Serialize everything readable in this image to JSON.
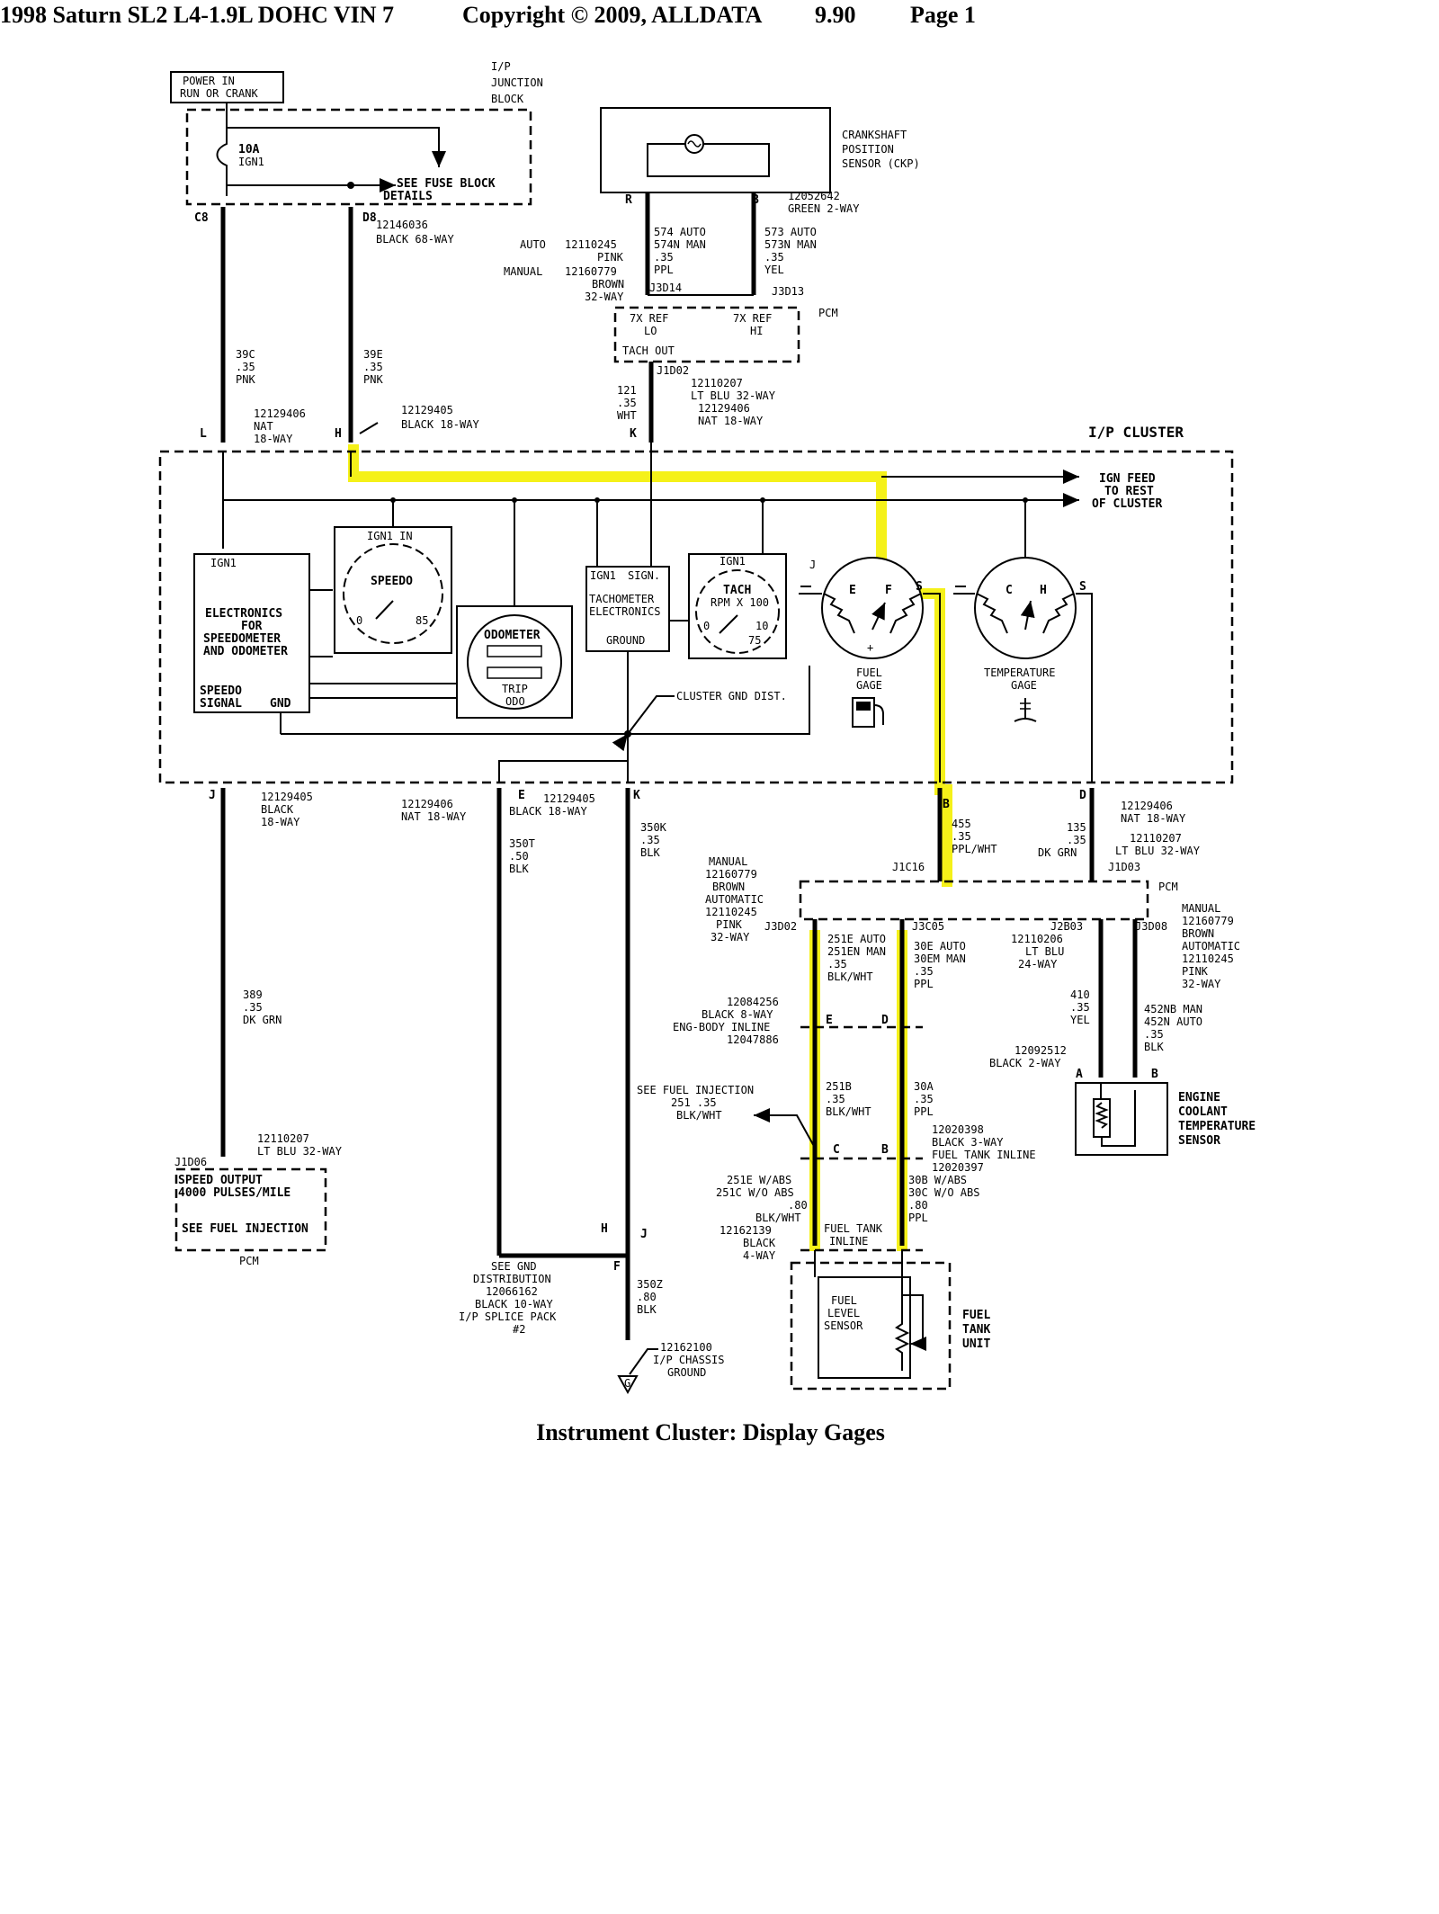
{
  "header": {
    "vehicle": "1998 Saturn SL2 L4-1.9L DOHC VIN 7",
    "copyright": "Copyright © 2009, ALLDATA",
    "version": "9.90",
    "page": "Page 1"
  },
  "caption": "Instrument Cluster: Display Gages",
  "labels": {
    "power_in": "POWER IN",
    "run_or_crank": "RUN OR CRANK",
    "ip_junction_1": "I/P",
    "ip_junction_2": "JUNCTION",
    "ip_junction_3": "BLOCK",
    "fuse_10a": "10A",
    "fuse_ign1": "IGN1",
    "see_fuse_block": "SEE FUSE BLOCK",
    "details": "DETAILS",
    "c8": "C8",
    "d8": "D8",
    "conn_12146036": "12146036",
    "black_68way": "BLACK 68-WAY",
    "w39c_1": "39C",
    "w39c_2": ".35",
    "w39c_3": "PNK",
    "w39e_1": "39E",
    "w39e_2": ".35",
    "w39e_3": "PNK",
    "ckp_1": "CRANKSHAFT",
    "ckp_2": "POSITION",
    "ckp_3": "SENSOR (CKP)",
    "ckp_r": "R",
    "ckp_b": "B",
    "ckp_conn_1": "12052642",
    "ckp_conn_2": "GREEN 2-WAY",
    "auto_lbl": "AUTO",
    "auto_num": "12110245",
    "pink": "PINK",
    "manual_lbl": "MANUAL",
    "manual_num": "12160779",
    "brown": "BROWN",
    "way32": "32-WAY",
    "w574_1": "574 AUTO",
    "w574_2": "574N MAN",
    "w574_3": ".35",
    "w574_4": "PPL",
    "w573_1": "573 AUTO",
    "w573_2": "573N MAN",
    "w573_3": ".35",
    "w573_4": "YEL",
    "j3d14": "J3D14",
    "j3d13": "J3D13",
    "ref_lo_1": "7X REF",
    "ref_lo_2": "LO",
    "ref_hi_1": "7X REF",
    "ref_hi_2": "HI",
    "tach_out": "TACH OUT",
    "pcm": "PCM",
    "j1d02": "J1D02",
    "j1d02_c1": "12110207",
    "j1d02_c2": "LT BLU 32-WAY",
    "w121_1": "121",
    "w121_2": ".35",
    "w121_3": "WHT",
    "k_top_c1": "12129406",
    "k_top_c2": "NAT 18-WAY",
    "k_top": "K",
    "l_top": "L",
    "l_c1": "12129406",
    "l_c2": "NAT",
    "l_c3": "18-WAY",
    "h_top": "H",
    "h_c1": "12129405",
    "h_c2": "BLACK 18-WAY",
    "ip_cluster": "I/P CLUSTER",
    "ign_feed_1": "IGN FEED",
    "ign_feed_2": "TO REST",
    "ign_feed_3": "OF CLUSTER",
    "ign1_elec": "IGN1",
    "elec_1": "ELECTRONICS",
    "elec_2": "FOR",
    "elec_3": "SPEEDOMETER",
    "elec_4": "AND ODOMETER",
    "speedo_sig_1": "SPEEDO",
    "speedo_sig_2": "SIGNAL",
    "gnd": "GND",
    "ign1_in": "IGN1 IN",
    "speedo": "SPEEDO",
    "speedo_0": "0",
    "speedo_85": "85",
    "odometer": "ODOMETER",
    "trip": "TRIP",
    "odo": "ODO",
    "tach_ign1": "IGN1",
    "tach_sign": "SIGN.",
    "tach_elec_1": "TACHOMETER",
    "tach_elec_2": "ELECTRONICS",
    "tach_ground": "GROUND",
    "tach_ign_small": "IGN1",
    "tach": "TACH",
    "rpm": "RPM X 100",
    "tach_0": "0",
    "tach_75": "75",
    "tach_10": "10",
    "fuel_e": "E",
    "fuel_f": "F",
    "fuel_s": "S",
    "fuel_gage_1": "FUEL",
    "fuel_gage_2": "GAGE",
    "temp_c": "C",
    "temp_h": "H",
    "temp_s": "S",
    "temp_gage_1": "TEMPERATURE",
    "temp_gage_2": "GAGE",
    "cluster_gnd": "CLUSTER GND DIST.",
    "bot_j": "J",
    "bot_j_c1": "12129405",
    "bot_j_c2": "BLACK",
    "bot_j_c3": "18-WAY",
    "bot_e_c1": "12129406",
    "bot_e_c2": "NAT 18-WAY",
    "bot_e": "E",
    "bot_e2_c1": "12129405",
    "bot_e2_c2": "BLACK 18-WAY",
    "bot_k": "K",
    "w350t_1": "350T",
    "w350t_2": ".50",
    "w350t_3": "BLK",
    "w350k_1": "350K",
    "w350k_2": ".35",
    "w350k_3": "BLK",
    "bot_b": "B",
    "w455_1": "455",
    "w455_2": ".35",
    "w455_3": "PPL/WHT",
    "j1c16": "J1C16",
    "bot_d": "D",
    "bot_d_c1": "12129406",
    "bot_d_c2": "NAT 18-WAY",
    "w135_1": "135",
    "w135_2": ".35",
    "w135_3": "DK GRN",
    "j1d03_c1": "12110207",
    "j1d03_c2": "LT BLU 32-WAY",
    "j1d03": "J1D03",
    "w389_1": "389",
    "w389_2": ".35",
    "w389_3": "DK GRN",
    "j1d06_c1": "12110207",
    "j1d06_c2": "LT BLU 32-WAY",
    "j1d06": "J1D06",
    "speed_out_1": "SPEED OUTPUT",
    "speed_out_2": "4000 PULSES/MILE",
    "see_fuel_inj": "SEE FUEL INJECTION",
    "pcm_bottom": "PCM",
    "m_manual": "MANUAL",
    "m_num": "12160779",
    "m_brown": "BROWN",
    "m_auto": "AUTOMATIC",
    "m_auto_num": "12110245",
    "m_pink": "PINK",
    "m_32": "32-WAY",
    "j3d02": "J3D02",
    "j3c05": "J3C05",
    "pcm_mid": "PCM",
    "w251e_1": "251E AUTO",
    "w251e_2": "251EN MAN",
    "w251e_3": ".35",
    "w251e_4": "BLK/WHT",
    "w30e_1": "30E AUTO",
    "w30e_2": "30EM MAN",
    "w30e_3": ".35",
    "w30e_4": "PPL",
    "j2b03": "J2B03",
    "j2b03_c1": "12110206",
    "j2b03_c2": "LT BLU",
    "j2b03_c3": "24-WAY",
    "j3d08": "J3D08",
    "r_manual": "MANUAL",
    "r_num": "12160779",
    "r_brown": "BROWN",
    "r_auto": "AUTOMATIC",
    "r_auto_num": "12110245",
    "r_pink": "PINK",
    "r_32": "32-WAY",
    "w410_1": "410",
    "w410_2": ".35",
    "w410_3": "YEL",
    "w452_1": "452NB MAN",
    "w452_2": "452N AUTO",
    "w452_3": ".35",
    "w452_4": "BLK",
    "ect_conn_1": "12092512",
    "ect_conn_2": "BLACK 2-WAY",
    "ect_a": "A",
    "ect_b": "B",
    "ect_1": "ENGINE",
    "ect_2": "COOLANT",
    "ect_3": "TEMPERATURE",
    "ect_4": "SENSOR",
    "eb_1": "12084256",
    "eb_2": "BLACK 8-WAY",
    "eb_3": "ENG-BODY INLINE",
    "eb_4": "12047886",
    "eb_e": "E",
    "eb_d": "D",
    "w251b_1": "251B",
    "w251b_2": ".35",
    "w251b_3": "BLK/WHT",
    "w30a_1": "30A",
    "w30a_2": ".35",
    "w30a_3": "PPL",
    "sfi_1": "SEE FUEL INJECTION",
    "sfi_2": "251  .35",
    "sfi_3": "BLK/WHT",
    "ft_conn_1": "12020398",
    "ft_conn_2": "BLACK 3-WAY",
    "ft_conn_3": "FUEL TANK INLINE",
    "ft_conn_4": "12020397",
    "ft_c": "C",
    "ft_b": "B",
    "w251e_abs_1": "251E W/ABS",
    "w251e_abs_2": "251C W/O ABS",
    "w251e_abs_3": ".80",
    "w251e_abs_4": "BLK/WHT",
    "w30b_1": "30B W/ABS",
    "w30b_2": "30C W/O ABS",
    "w30b_3": ".80",
    "w30b_4": "PPL",
    "fti_1": "FUEL TANK",
    "fti_2": "INLINE",
    "fti_conn_1": "12162139",
    "fti_conn_2": "BLACK",
    "fti_conn_3": "4-WAY",
    "fls_1": "FUEL",
    "fls_2": "LEVEL",
    "fls_3": "SENSOR",
    "ftu_1": "FUEL",
    "ftu_2": "TANK",
    "ftu_3": "UNIT",
    "gnd_h": "H",
    "gnd_j": "J",
    "gnd_f": "F",
    "gnd_dist_1": "SEE GND",
    "gnd_dist_2": "DISTRIBUTION",
    "gnd_dist_3": "12066162",
    "gnd_dist_4": "BLACK 10-WAY",
    "gnd_dist_5": "I/P SPLICE PACK",
    "gnd_dist_6": "#2",
    "w350z_1": "350Z",
    "w350z_2": ".80",
    "w350z_3": "BLK",
    "chassis_1": "12162100",
    "chassis_2": "I/P CHASSIS",
    "chassis_3": "GROUND"
  }
}
